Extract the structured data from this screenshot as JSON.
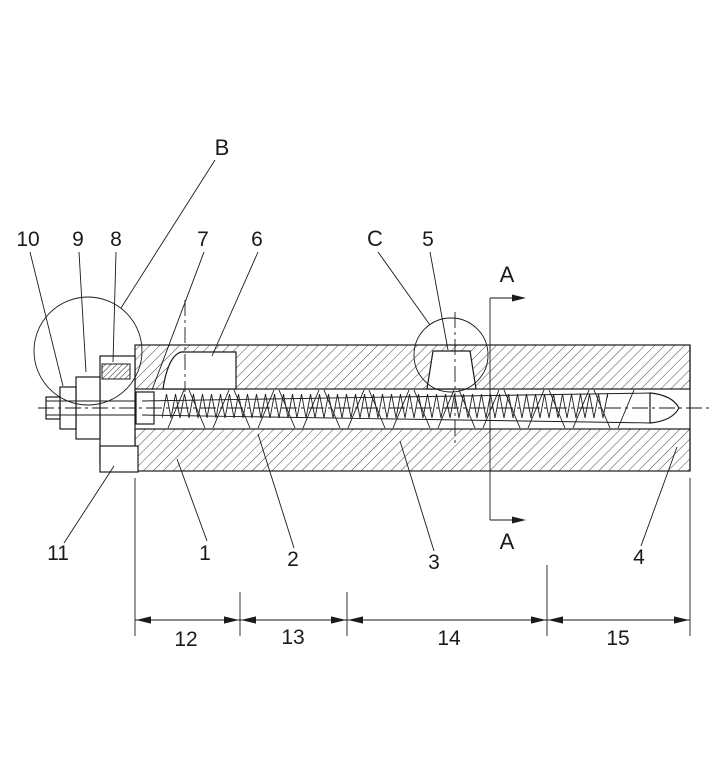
{
  "drawing": {
    "detail_labels": {
      "b": "B",
      "c": "C"
    },
    "section_labels": {
      "top": "A",
      "bottom": "A"
    },
    "part_labels": {
      "n10": "10",
      "n9": "9",
      "n8": "8",
      "n7": "7",
      "n6": "6",
      "n5": "5",
      "n11": "11",
      "n1": "1",
      "n2": "2",
      "n3": "3",
      "n4": "4"
    },
    "dimension_labels": {
      "d12": "12",
      "d13": "13",
      "d14": "14",
      "d15": "15"
    }
  }
}
